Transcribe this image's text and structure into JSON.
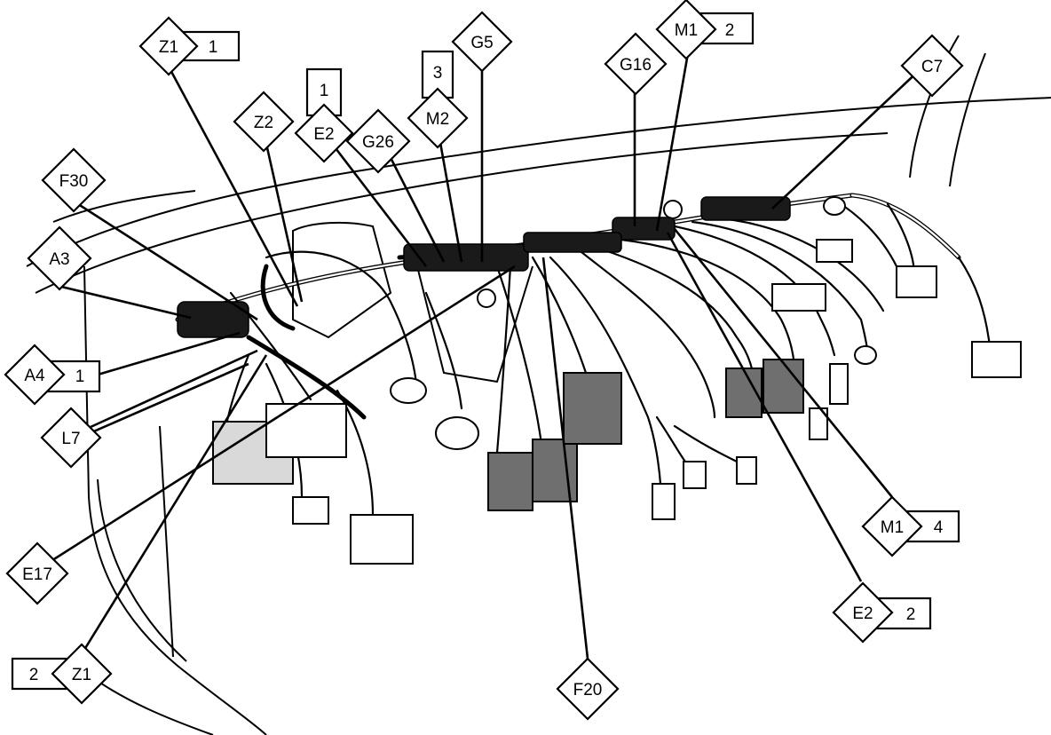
{
  "callouts": [
    {
      "id": "z1-top",
      "code": "Z1",
      "num": "1"
    },
    {
      "id": "m1-top",
      "code": "M1",
      "num": "2"
    },
    {
      "id": "g5",
      "code": "G5",
      "num": ""
    },
    {
      "id": "m2",
      "code": "M2",
      "num": "3"
    },
    {
      "id": "e2-top",
      "code": "E2",
      "num": "1"
    },
    {
      "id": "g16",
      "code": "G16",
      "num": ""
    },
    {
      "id": "c7",
      "code": "C7",
      "num": ""
    },
    {
      "id": "z2",
      "code": "Z2",
      "num": ""
    },
    {
      "id": "g26",
      "code": "G26",
      "num": ""
    },
    {
      "id": "f30",
      "code": "F30",
      "num": ""
    },
    {
      "id": "a3",
      "code": "A3",
      "num": ""
    },
    {
      "id": "a4",
      "code": "A4",
      "num": "1"
    },
    {
      "id": "l7",
      "code": "L7",
      "num": ""
    },
    {
      "id": "e17",
      "code": "E17",
      "num": ""
    },
    {
      "id": "z1-bottom",
      "code": "Z1",
      "num": "2"
    },
    {
      "id": "f20",
      "code": "F20",
      "num": ""
    },
    {
      "id": "m1-right",
      "code": "M1",
      "num": "4"
    },
    {
      "id": "e2-right",
      "code": "E2",
      "num": "2"
    }
  ]
}
